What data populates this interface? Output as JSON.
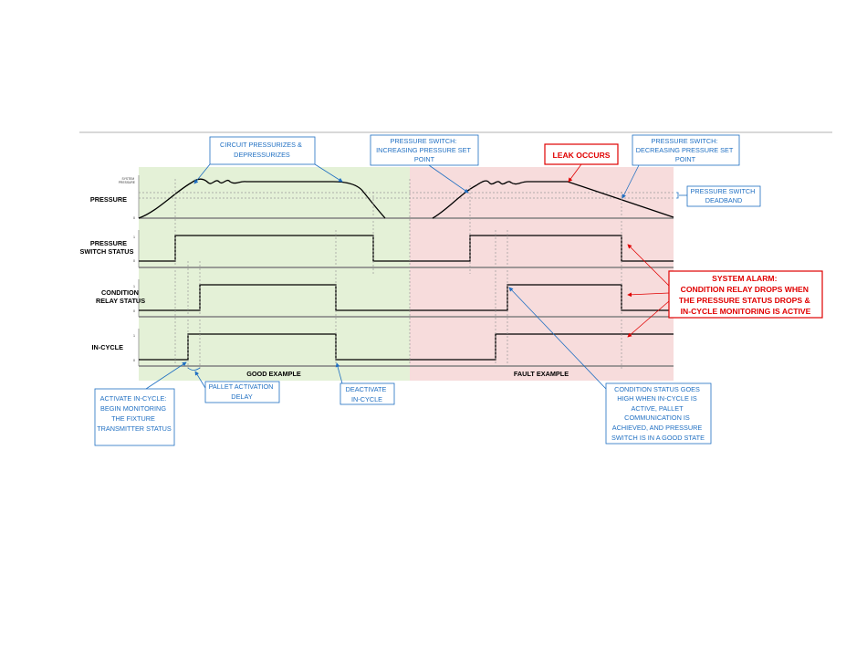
{
  "rows": {
    "pressure": [
      "PRESSURE"
    ],
    "pressure_switch_status": [
      "PRESSURE",
      "SWITCH STATUS"
    ],
    "condition_relay_status": [
      "CONDITION",
      "RELAY STATUS"
    ],
    "in_cycle": [
      "IN-CYCLE"
    ]
  },
  "axis": {
    "system_pressure": [
      "SYSTEM",
      "PRESSURE"
    ],
    "one": "1",
    "zero": "0"
  },
  "sections": {
    "good": "GOOD EXAMPLE",
    "fault": "FAULT EXAMPLE"
  },
  "callouts": {
    "circuit": [
      "CIRCUIT PRESSURIZES &",
      "DEPRESSURIZES"
    ],
    "increasing": [
      "PRESSURE SWITCH:",
      "INCREASING PRESSURE SET",
      "POINT"
    ],
    "leak": "LEAK OCCURS",
    "decreasing": [
      "PRESSURE SWITCH:",
      "DECREASING PRESSURE SET",
      "POINT"
    ],
    "deadband": [
      "PRESSURE SWITCH",
      "DEADBAND"
    ],
    "alarm": [
      "SYSTEM ALARM:",
      "CONDITION RELAY DROPS WHEN",
      "THE PRESSURE STATUS DROPS &",
      "IN-CYCLE MONITORING IS ACTIVE"
    ],
    "activate": [
      "ACTIVATE IN-CYCLE:",
      "BEGIN MONITORING",
      "THE FIXTURE",
      "TRANSMITTER STATUS"
    ],
    "pallet_delay": [
      "PALLET ACTIVATION",
      "DELAY"
    ],
    "deactivate": [
      "DEACTIVATE",
      "IN-CYCLE"
    ],
    "condition_high": [
      "CONDITION STATUS GOES",
      "HIGH WHEN IN-CYCLE IS",
      "ACTIVE, PALLET",
      "COMMUNICATION IS",
      "ACHIEVED, AND PRESSURE",
      "SWITCH IS IN A GOOD STATE"
    ]
  },
  "colors": {
    "good_bg": "#e4f1d7",
    "fault_bg": "#f7dcdc",
    "callout": "#1f6fc2",
    "alarm": "#e00000",
    "axis": "#808080"
  }
}
